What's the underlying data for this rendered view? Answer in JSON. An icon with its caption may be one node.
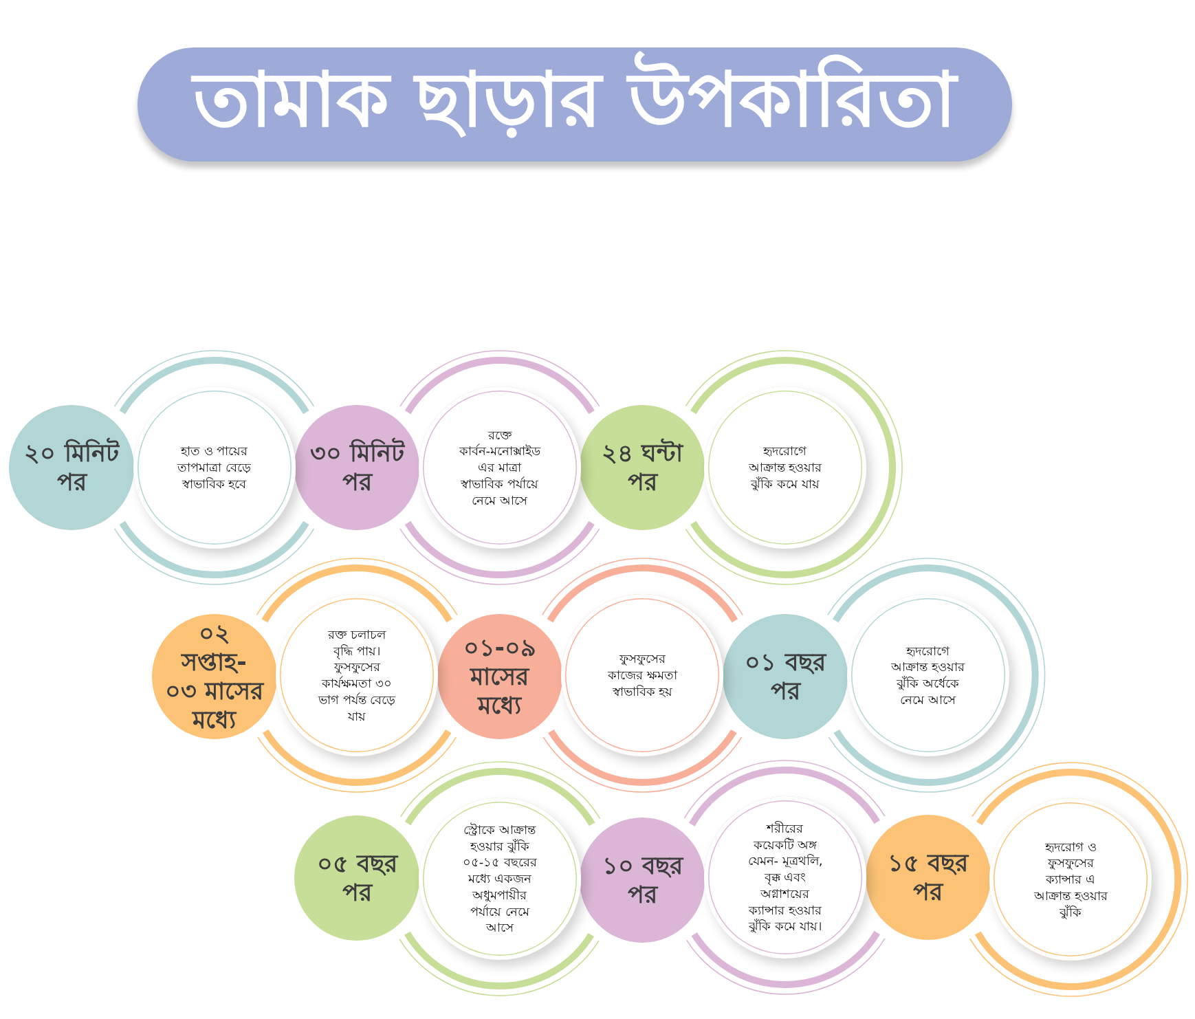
{
  "diagram": {
    "title": "তামাক ছাড়ার উপকারিতা",
    "nodes": [
      {
        "text": [
          "২০ মিনিট পর"
        ]
      },
      {
        "text": [
          "হাত ও পায়ের তাপমাত্রা বেড়ে স্বাভাবিক হবে"
        ]
      },
      {
        "text": [
          "৩০ মিনিট পর"
        ]
      },
      {
        "text": [
          "রক্তে কার্বন-মনোক্সাইড এর মাত্রা স্বাভাবিক পর্যায়ে নেমে আসে"
        ]
      },
      {
        "text": [
          "২৪ ঘন্টা পর"
        ]
      },
      {
        "text": [
          "হৃদরোগে আক্রান্ত হওয়ার ঝুঁকি কমে যায়"
        ]
      },
      {
        "text": [
          "০২ সপ্তাহ- ০৩ মাসের মধ্যে"
        ]
      },
      {
        "text": [
          "রক্ত চলাচল বৃদ্ধি পায়। ফুসফুসের কার্যক্ষমতা ৩০ ভাগ পর্যন্ত বেড়ে যায়"
        ]
      },
      {
        "text": [
          "০১-০৯ মাসের মধ্যে"
        ]
      },
      {
        "text": [
          "ফুসফুসের কাজের ক্ষমতা স্বাভাবিক হয়"
        ]
      },
      {
        "text": [
          "০১ বছর পর"
        ]
      },
      {
        "text": [
          "হৃদরোগে আক্রান্ত হওয়ার ঝুঁকি অর্ধেকে নেমে আসে"
        ]
      },
      {
        "text": [
          "০৫ বছর পর"
        ]
      },
      {
        "text": [
          "স্ট্রোকে আক্রান্ত হওয়ার ঝুঁকি ০৫-১৫ বছরের মধ্যে একজন অধুমপায়ীর পর্যায়ে নেমে আসে"
        ]
      },
      {
        "text": [
          "১০ বছর পর"
        ]
      },
      {
        "text": [
          "শরীরের কয়েকটি অঙ্গ যেমন- মূত্রথলি, বৃক্ক এবং অগ্নাশয়ের ক্যান্সার হওয়ার ঝুঁকি কমে যায়।"
        ]
      },
      {
        "text": [
          "১৫ বছর পর"
        ]
      },
      {
        "text": [
          "হৃদরোগ ও ফুসফুসের ক্যান্সার এ আক্রান্ত হওয়ার ঝুঁকি"
        ]
      }
    ]
  }
}
